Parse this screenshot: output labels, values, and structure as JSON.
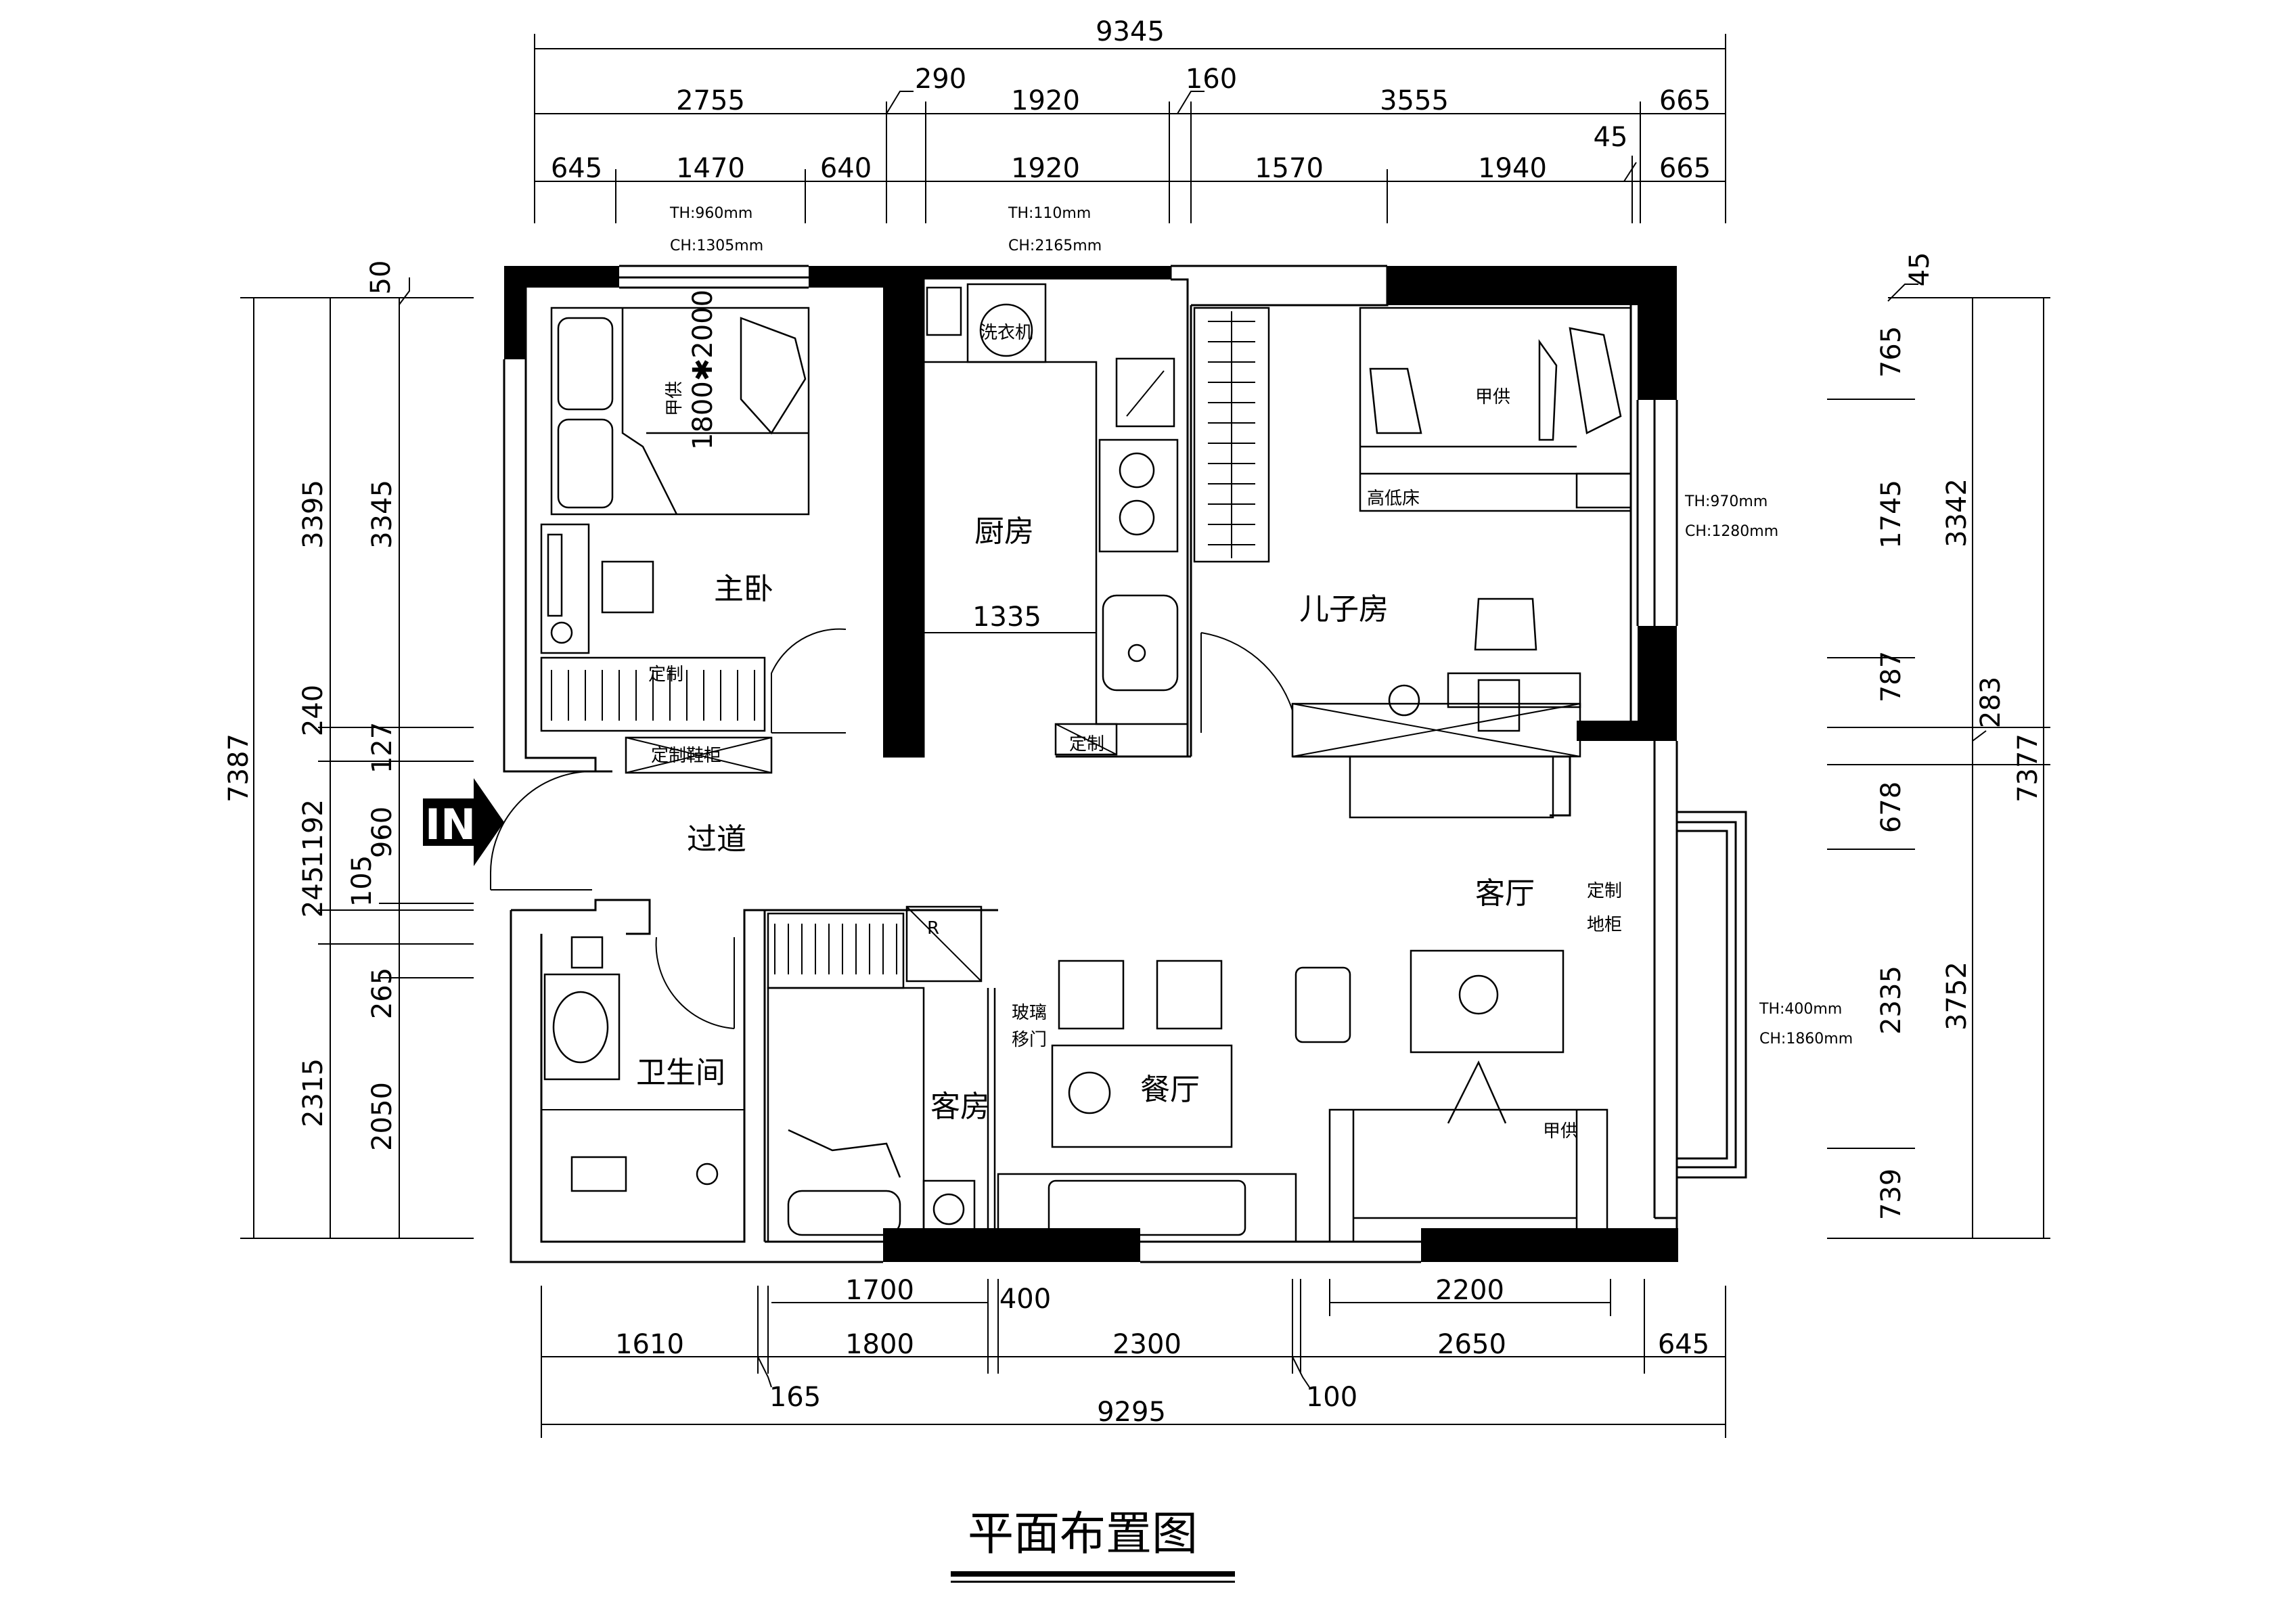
{
  "title": "平面布置图",
  "dims": {
    "top_total": "9345",
    "top_row1": [
      "2755",
      "290",
      "1920",
      "160",
      "3555",
      "665"
    ],
    "top_row2": [
      "645",
      "1470",
      "640",
      "1920",
      "1570",
      "45",
      "1940",
      "665"
    ],
    "bottom_row1": [
      "1700",
      "400",
      "2200"
    ],
    "bottom_row2": [
      "1610",
      "1800",
      "2300",
      "2650",
      "645"
    ],
    "bottom_small": [
      "165",
      "100"
    ],
    "bottom_total": "9295",
    "left_total": "7387",
    "left_outer": [
      "3395",
      "240",
      "1192",
      "245",
      "2315"
    ],
    "left_inner": [
      "50",
      "3345",
      "127",
      "960",
      "105",
      "265",
      "2050"
    ],
    "right_total": "7377",
    "right_outer": [
      "3342",
      "283",
      "3752"
    ],
    "right_inner": [
      "45",
      "765",
      "1745",
      "787",
      "678",
      "2335",
      "739"
    ],
    "kitchen_width": "1335"
  },
  "rooms": {
    "master": "主卧",
    "kitchen": "厨房",
    "son": "儿子房",
    "corridor": "过道",
    "living": "客厅",
    "bath": "卫生间",
    "guest": "客房",
    "dining": "餐厅"
  },
  "windows": {
    "w1_th": "TH:960mm",
    "w1_ch": "CH:1305mm",
    "w2_th": "TH:110mm",
    "w2_ch": "CH:2165mm",
    "w3_th": "TH:970mm",
    "w3_ch": "CH:1280mm",
    "w4_th": "TH:400mm",
    "w4_ch": "CH:1860mm"
  },
  "labels": {
    "bed_supply": "甲供",
    "bed_size": "1800✱2000",
    "custom": "定制",
    "custom_shoe": "定制鞋柜",
    "custom_floor_1": "定制",
    "custom_floor_2": "地柜",
    "bunk_bed": "高低床",
    "glass_door_1": "玻璃",
    "glass_door_2": "移门",
    "sofa_supply": "甲供",
    "washer": "洗衣机",
    "entry": "IN",
    "fridge": "R"
  }
}
